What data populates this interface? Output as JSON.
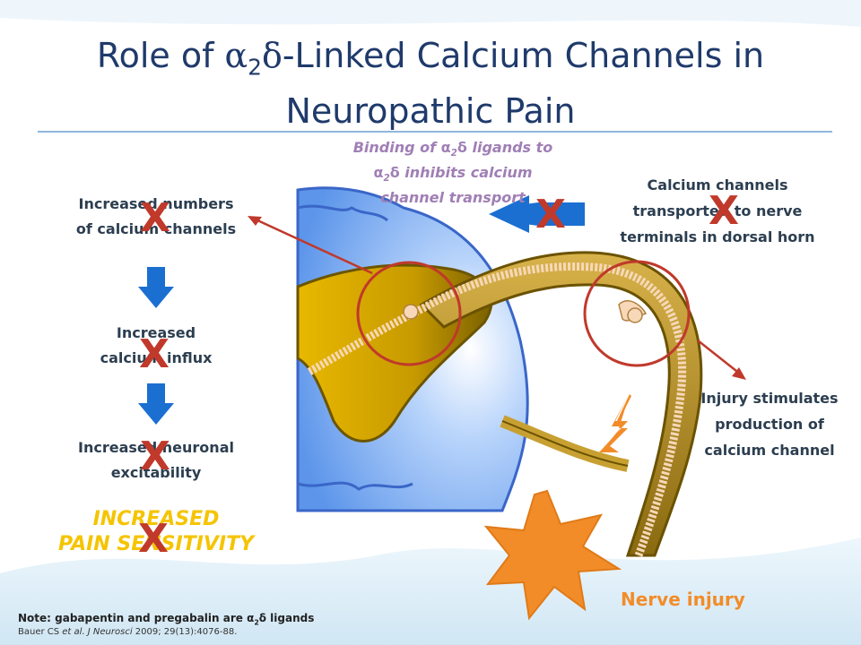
{
  "title": {
    "part1": "Role of ",
    "alpha": "α",
    "sub2": "2",
    "delta": "δ",
    "part2": "-Linked Calcium Channels in",
    "line2": "Neuropathic Pain"
  },
  "binding_note": {
    "line1_pre": "Binding of ",
    "line1_sym": "α",
    "line1_sub": "2",
    "line1_delta": "δ",
    "line1_post": " ligands to",
    "line2_sym": "α",
    "line2_sub": "2",
    "line2_delta": "δ",
    "line2_post": " inhibits calcium",
    "line3": "channel transport"
  },
  "left_steps": [
    {
      "line1": "Increased numbers",
      "line2": "of calcium channels"
    },
    {
      "line1": "Increased",
      "line2": "calcium influx"
    },
    {
      "line1": "Increased neuronal",
      "line2": "excitability"
    }
  ],
  "outcome": {
    "line1": "INCREASED",
    "line2": "PAIN SENSITIVITY"
  },
  "right_top": {
    "line1": "Calcium channels",
    "line2": "transported to  nerve",
    "line3": "terminals in dorsal horn"
  },
  "right_mid": {
    "line1": "Injury stimulates",
    "line2": "production of",
    "line3": "calcium channel"
  },
  "injury_label": "Nerve injury",
  "block_mark": "X",
  "footer": {
    "note_pre": "Note: gabapentin and pregabalin are α",
    "note_sub": "2",
    "note_post": "δ ligands",
    "cite_pre": "Bauer CS ",
    "cite_em": "et al. J Neurosci",
    "cite_post": " 2009; 29(13):4076-88."
  },
  "colors": {
    "title": "#1f3a6b",
    "block_mark": "#c0392b",
    "pain": "#f5c400",
    "spinal_cord": "#7fb2f0",
    "grey_matter": "#d4a800",
    "nerve": "#c8a032",
    "injury": "#f28c28",
    "arrow": "#1b6fd1"
  },
  "icons": [
    "down-arrow-icon",
    "left-arrow-icon",
    "lightning-icon",
    "starburst-icon"
  ]
}
